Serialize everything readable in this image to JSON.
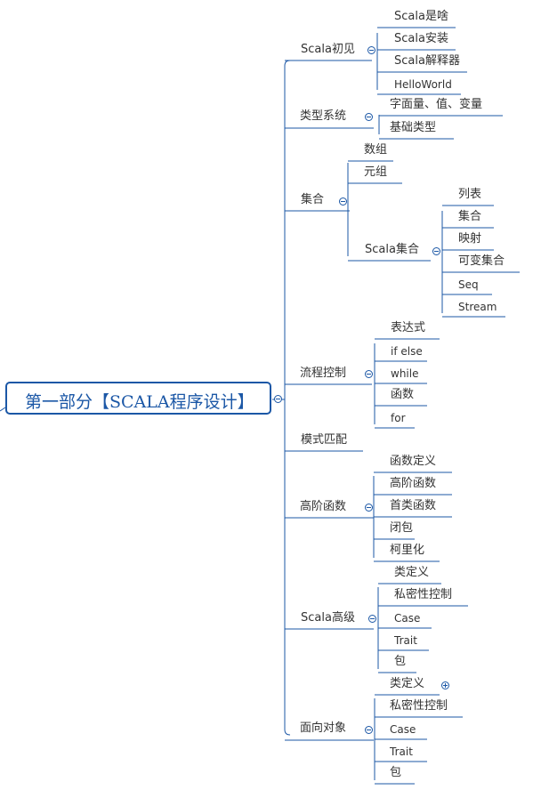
{
  "root": {
    "title": "第一部分【SCALA程序设计】"
  },
  "branches": [
    {
      "label": "Scala初见",
      "children": [
        "Scala是啥",
        "Scala安装",
        "Scala解释器",
        "HelloWorld"
      ]
    },
    {
      "label": "类型系统",
      "children": [
        "字面量、值、变量",
        "基础类型"
      ]
    },
    {
      "label": "集合",
      "children": [
        "数组",
        "元组"
      ],
      "sub": {
        "label": "Scala集合",
        "children": [
          "列表",
          "集合",
          "映射",
          "可变集合",
          "Seq",
          "Stream"
        ]
      }
    },
    {
      "label": "流程控制",
      "children": [
        "表达式",
        "if else",
        "while",
        "函数",
        "for"
      ]
    },
    {
      "label": "模式匹配",
      "children": []
    },
    {
      "label": "高阶函数",
      "children": [
        "函数定义",
        "高阶函数",
        "首类函数",
        "闭包",
        "柯里化"
      ]
    },
    {
      "label": "Scala高级",
      "children": [
        "类定义",
        "私密性控制",
        "Case",
        "Trait",
        "包"
      ]
    },
    {
      "label": "面向对象",
      "children": [
        "类定义",
        "私密性控制",
        "Case",
        "Trait",
        "包"
      ]
    }
  ],
  "colors": {
    "line": "#1b57a6",
    "text": "#333333"
  }
}
